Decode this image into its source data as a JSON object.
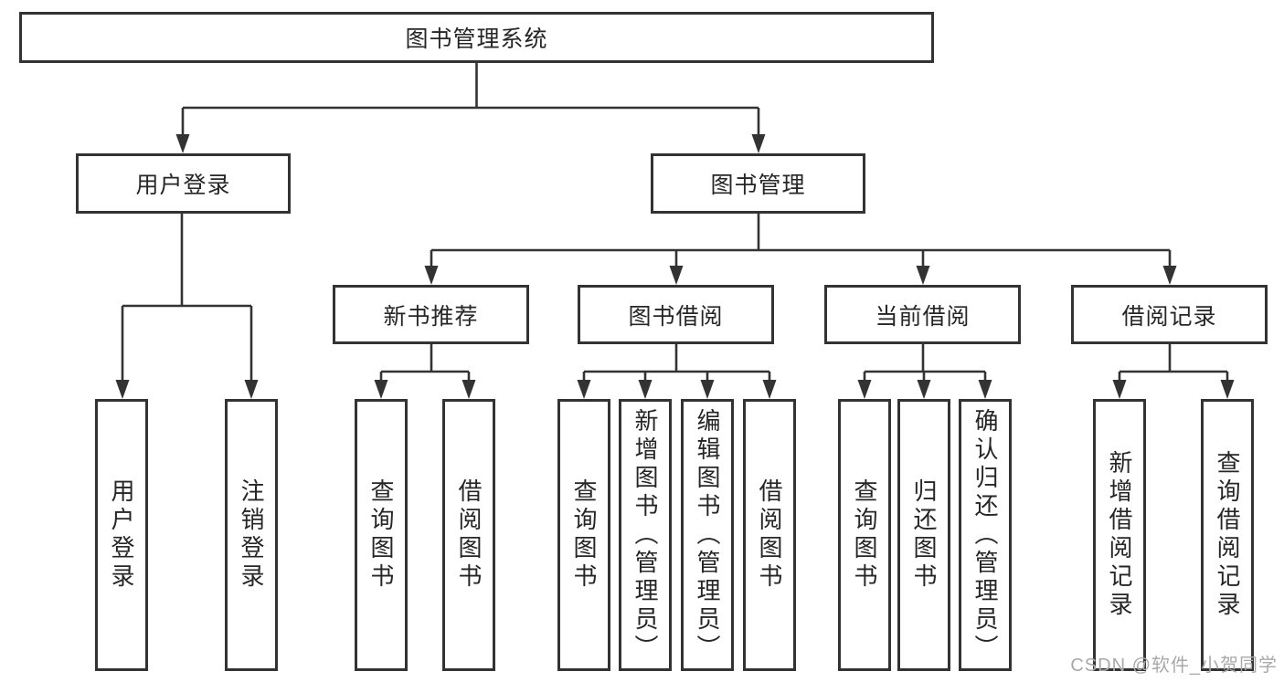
{
  "tree": {
    "root": {
      "label": "图书管理系统",
      "children": [
        {
          "label": "用户登录",
          "children": [
            {
              "label": "用户登录"
            },
            {
              "label": "注销登录"
            }
          ]
        },
        {
          "label": "图书管理",
          "children": [
            {
              "label": "新书推荐",
              "children": [
                {
                  "label": "查询图书"
                },
                {
                  "label": "借阅图书"
                }
              ]
            },
            {
              "label": "图书借阅",
              "children": [
                {
                  "label": "查询图书"
                },
                {
                  "label": "新增图书（管理员）"
                },
                {
                  "label": "编辑图书（管理员）"
                },
                {
                  "label": "借阅图书"
                }
              ]
            },
            {
              "label": "当前借阅",
              "children": [
                {
                  "label": "查询图书"
                },
                {
                  "label": "归还图书"
                },
                {
                  "label": "确认归还（管理员）"
                }
              ]
            },
            {
              "label": "借阅记录",
              "children": [
                {
                  "label": "新增借阅记录"
                },
                {
                  "label": "查询借阅记录"
                }
              ]
            }
          ]
        }
      ]
    }
  },
  "watermark": {
    "text": "CSDN @软件_小贺同学"
  },
  "colors": {
    "line": "#333333",
    "text": "#262626",
    "background": "#ffffff",
    "watermark": "#a9a9a9"
  }
}
